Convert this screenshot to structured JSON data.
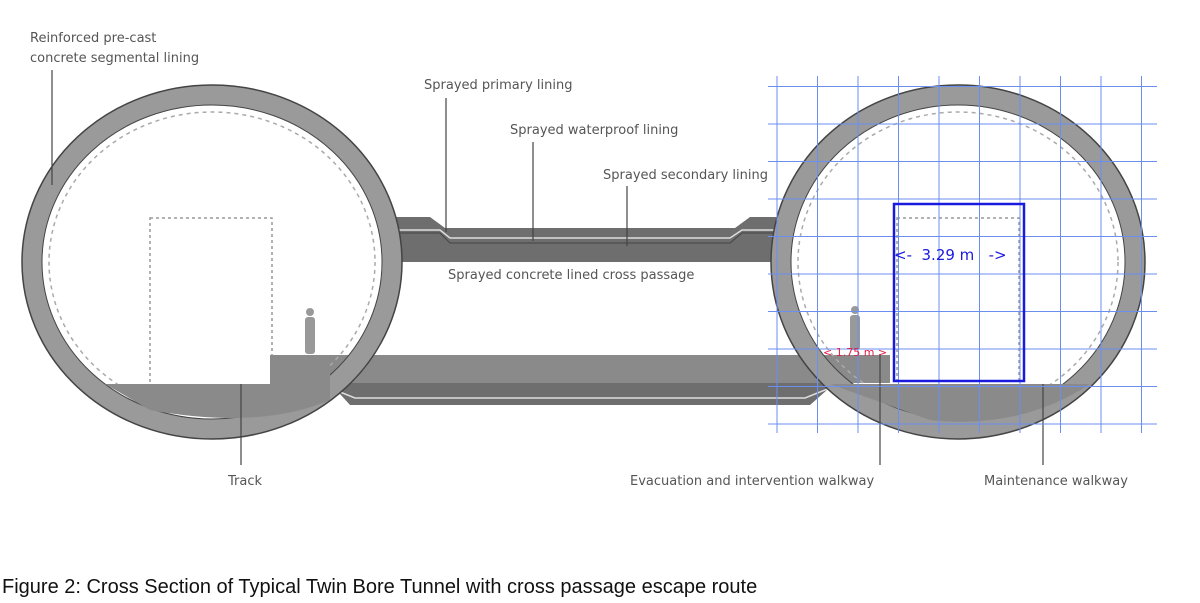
{
  "diagram": {
    "labels": {
      "segmental_lining_1": "Reinforced pre-cast",
      "segmental_lining_2": "concrete segmental lining",
      "primary_lining": "Sprayed primary lining",
      "waterproof_lining": "Sprayed waterproof lining",
      "secondary_lining": "Sprayed secondary lining",
      "cross_passage": "Sprayed concrete lined cross passage",
      "track": "Track",
      "evacuation_walkway": "Evacuation and intervention walkway",
      "maintenance_walkway": "Maintenance walkway"
    },
    "annotations": {
      "width_measure": "<-  3.29 m   ->",
      "walkway_measure": "< 1.75 m >"
    },
    "colors": {
      "lining": "#9a9a9a",
      "structure": "#6e6e6e",
      "grid": "#6b8ff0",
      "measure_box": "#1a1adf",
      "walkway_measure": "#e0204a"
    }
  },
  "caption": "Figure 2: Cross Section of Typical Twin Bore Tunnel with cross passage escape route"
}
